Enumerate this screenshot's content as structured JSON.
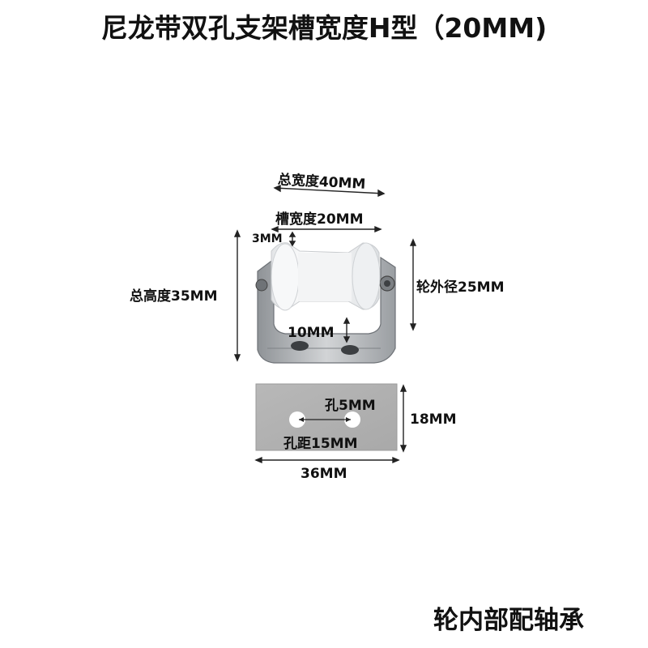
{
  "title": "尼龙带双孔支架槽宽度H型（20MM)",
  "footer": "轮内部配轴承",
  "dimensions": {
    "total_width": "总宽度40MM",
    "groove_width": "槽宽度20MM",
    "flange": "3MM",
    "total_height": "总高度35MM",
    "wheel_outer_diameter": "轮外径25MM",
    "base_gap": "10MM",
    "hole_size": "孔5MM",
    "hole_spacing": "孔距15MM",
    "plate_height": "18MM",
    "plate_width": "36MM"
  },
  "colors": {
    "wheel": "#f2f3f4",
    "bracket": "#b9bcbf",
    "plate": "#b3b3b3",
    "text": "#111111"
  }
}
